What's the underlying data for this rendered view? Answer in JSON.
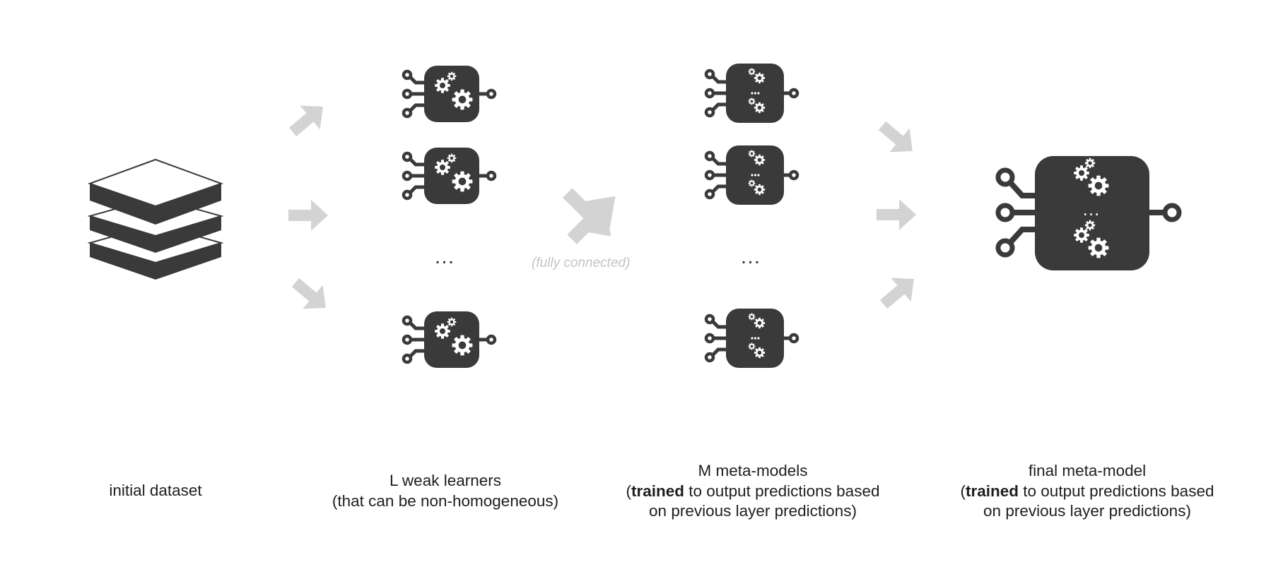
{
  "colors": {
    "icon_dark": "#3a3a3a",
    "arrow_gray": "#d3d3d3",
    "note_gray": "#c4c4c4",
    "background": "#ffffff"
  },
  "icons": {
    "dataset": "stacked-layers-icon",
    "weak_learner": "chip-gears-icon",
    "meta_model": "chip-two-gears-icon",
    "final_meta_model": "chip-two-gears-icon",
    "connection": "arrow-icon"
  },
  "stages": {
    "dataset": {
      "caption": "initial dataset"
    },
    "weak_learners": {
      "caption_line1": "L weak learners",
      "caption_line2": "(that can be non-homogeneous)",
      "ellipsis": "…"
    },
    "meta_models": {
      "caption_line1": "M meta-models",
      "caption_open": "(",
      "caption_bold": "trained",
      "caption_rest": " to output predictions based",
      "caption_line3": "on previous layer predictions)",
      "ellipsis": "…",
      "inner_ellipsis": "…"
    },
    "final_meta_model": {
      "caption_line1": "final meta-model",
      "caption_open": "(",
      "caption_bold": "trained",
      "caption_rest": " to output predictions based",
      "caption_line3": "on previous layer predictions)",
      "inner_ellipsis": "…"
    }
  },
  "connection_note": "(fully connected)"
}
